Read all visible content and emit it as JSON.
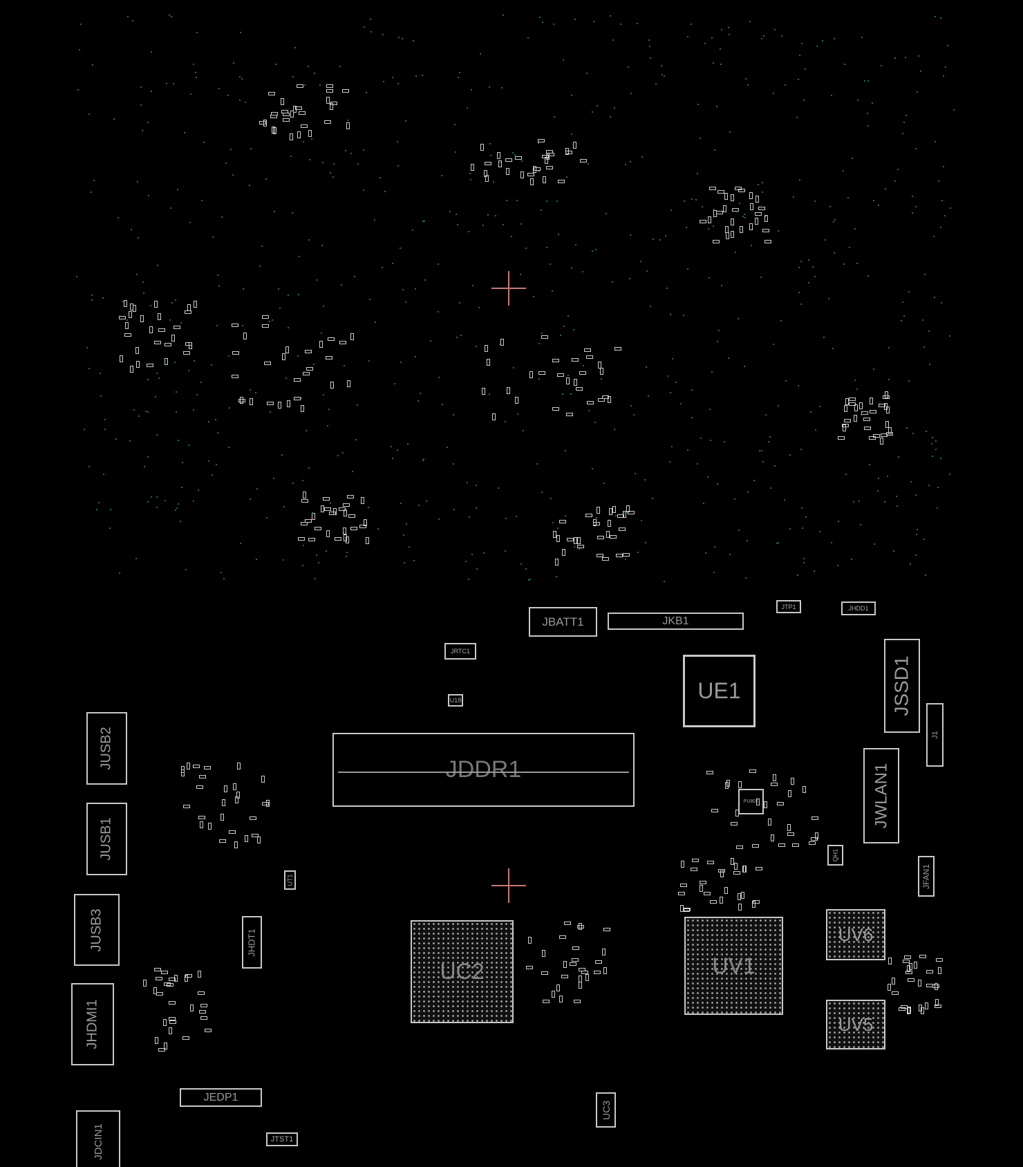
{
  "board": {
    "components": {
      "jbatt1": "JBATT1",
      "jkb1": "JKB1",
      "jtp1": "JTP1",
      "jhdd1": "JHDD1",
      "jrtc1": "JRTC1",
      "u18": "U18",
      "ue1": "UE1",
      "jssd1": "JSSD1",
      "j1": "J1",
      "jusb2": "JUSB2",
      "jusb1": "JUSB1",
      "jusb3": "JUSB3",
      "jhdmi1": "JHDMI1",
      "jdcin1": "JDCIN1",
      "jedp1": "JEDP1",
      "jtst1": "JTST1",
      "jddr1": "JDDR1",
      "jhdt1": "JHDT1",
      "ut1": "UT1",
      "jwlan1": "JWLAN1",
      "jfan1": "JFAN1",
      "qh1": "QH1",
      "uc2": "UC2",
      "uv1": "UV1",
      "uv6": "UV6",
      "uv5": "UV5",
      "uc3": "UC3",
      "pu801": "PU801"
    }
  },
  "colors": {
    "background": "#000000",
    "outline": "#c9c9c9",
    "label": "#9a9a9a",
    "test_point": "#2f8f7f",
    "crosshair": "#cc7777"
  }
}
